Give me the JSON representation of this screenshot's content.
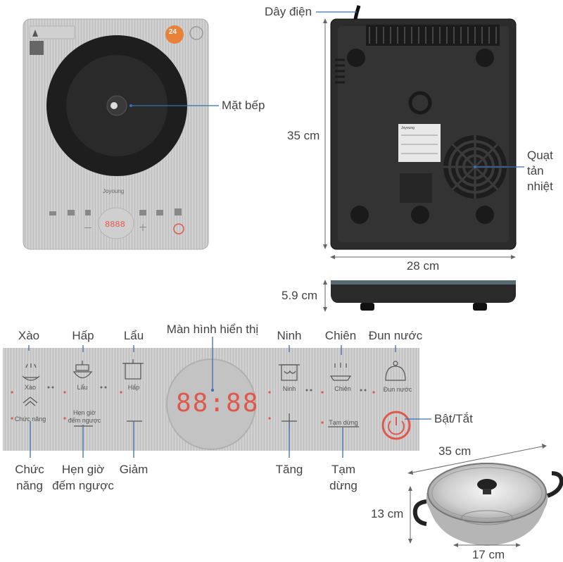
{
  "top": {
    "brand": "Joyoung",
    "warranty_badge": "24",
    "label_cord": "Dây điện",
    "label_cooktop": "Mặt bếp",
    "label_fan": [
      "Quạt",
      "tản",
      "nhiệt"
    ],
    "dim_height": "35 cm",
    "dim_width": "28 cm",
    "dim_thickness": "5.9 cm",
    "sticker_brand": "Joyoung"
  },
  "panel": {
    "callouts": {
      "xao": "Xào",
      "hap": "Hấp",
      "lau": "Lẩu",
      "display": "Màn hình hiển thị",
      "ninh": "Ninh",
      "chien": "Chiên",
      "dun_nuoc": "Đun nước",
      "bat_tat": "Bật/Tắt",
      "chuc_nang": [
        "Chức",
        "năng"
      ],
      "hen_gio": [
        "Hẹn giờ",
        "đếm ngược"
      ],
      "giam": "Giảm",
      "tang": "Tăng",
      "tam_dung": [
        "Tạm",
        "dừng"
      ]
    },
    "printed": {
      "xao": "Xào",
      "lau": "Lẩu",
      "hap": "Hấp",
      "ninh": "Ninh",
      "chien": "Chiên",
      "dun_nuoc": "Đun nước",
      "chuc_nang": "Chức năng",
      "hen_gio_1": "Hẹn giờ",
      "hen_gio_2": "đếm ngược",
      "tam_dung": "Tạm dừng"
    },
    "display_digits": "88:88"
  },
  "pot": {
    "dim_diameter": "35 cm",
    "dim_height": "13 cm",
    "dim_base": "17 cm"
  },
  "colors": {
    "accent_red": "#e0584c",
    "callout_blue": "#3a6fb0",
    "dark_body": "#2c2c2c"
  }
}
